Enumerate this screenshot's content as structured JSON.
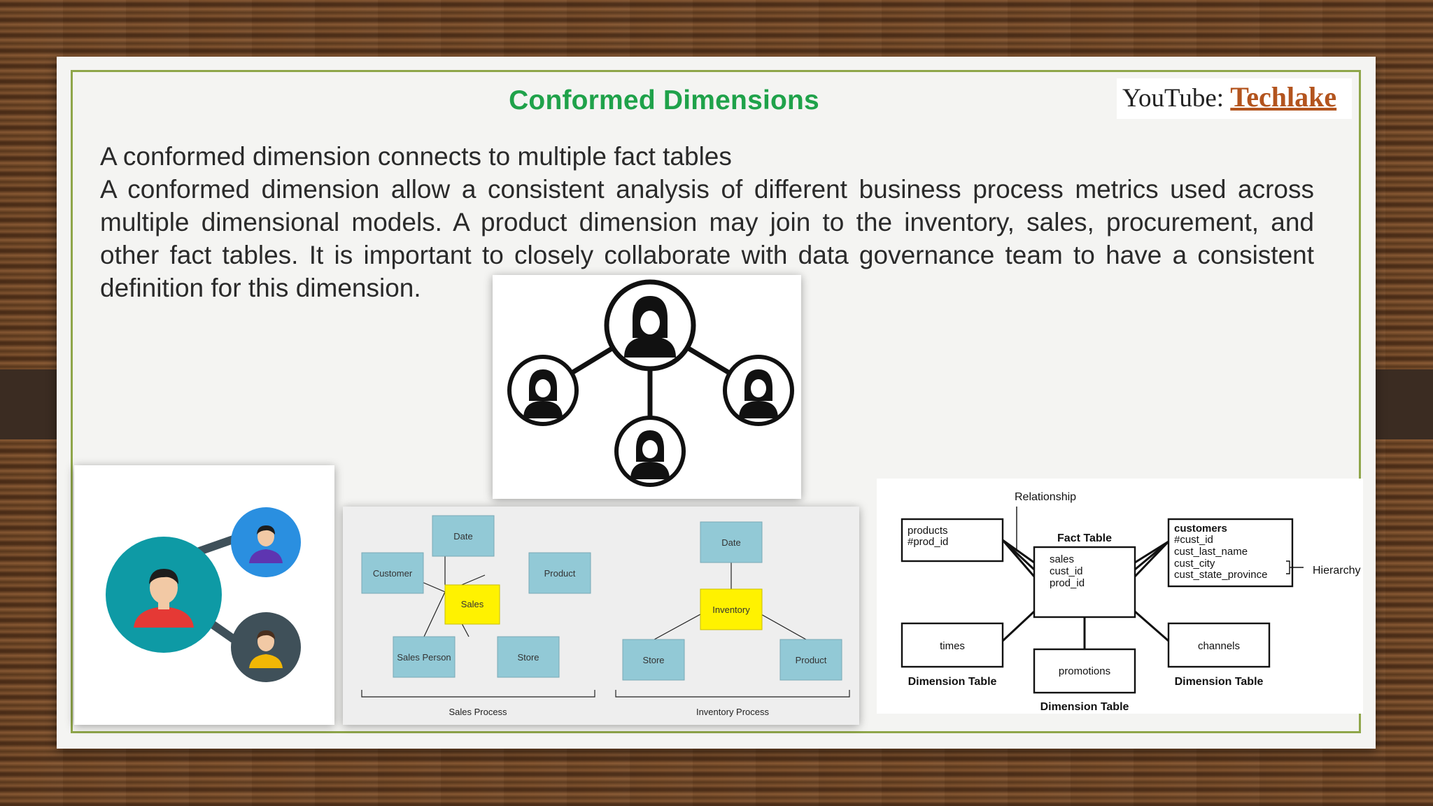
{
  "slide": {
    "title": "Conformed Dimensions",
    "youtube": {
      "label": "YouTube:",
      "channel": "Techlake"
    },
    "intro": [
      "A conformed dimension connects to multiple fact tables",
      "A conformed dimension allow a consistent analysis of different business process metrics used across multiple dimensional models. A product dimension may join to the inventory, sales, procurement, and other fact tables. It is important to closely collaborate with data governance team to have a consistent definition for this dimension."
    ]
  },
  "process_diagram": {
    "sales": {
      "center": "Sales",
      "nodes": [
        "Date",
        "Customer",
        "Product",
        "Sales Person",
        "Store"
      ],
      "caption": "Sales Process"
    },
    "inventory": {
      "center": "Inventory",
      "nodes": [
        "Date",
        "Store",
        "Product"
      ],
      "caption": "Inventory Process"
    }
  },
  "erd": {
    "relationship_label": "Relationship",
    "hierarchy_label": "Hierarchy",
    "fact": {
      "title": "Fact Table",
      "fields": [
        "sales",
        "cust_id",
        "prod_id"
      ]
    },
    "products": [
      "products",
      "#prod_id"
    ],
    "customers": [
      "customers",
      "#cust_id",
      "cust_last_name",
      "cust_city",
      "cust_state_province"
    ],
    "times": "times",
    "promotions": "promotions",
    "channels": "channels",
    "dimension_label": "Dimension Table"
  },
  "colors": {
    "title": "#1fa24a",
    "brand": "#b3541e",
    "frame": "#8fa64a",
    "dim_box": "#92c9d6",
    "fact_box": "#fff200",
    "people_teal": "#0e9aa5",
    "people_blue": "#2a8fe0",
    "people_dark": "#3f5059"
  },
  "icons": [
    "user-network-icon",
    "people-connection-icon"
  ]
}
